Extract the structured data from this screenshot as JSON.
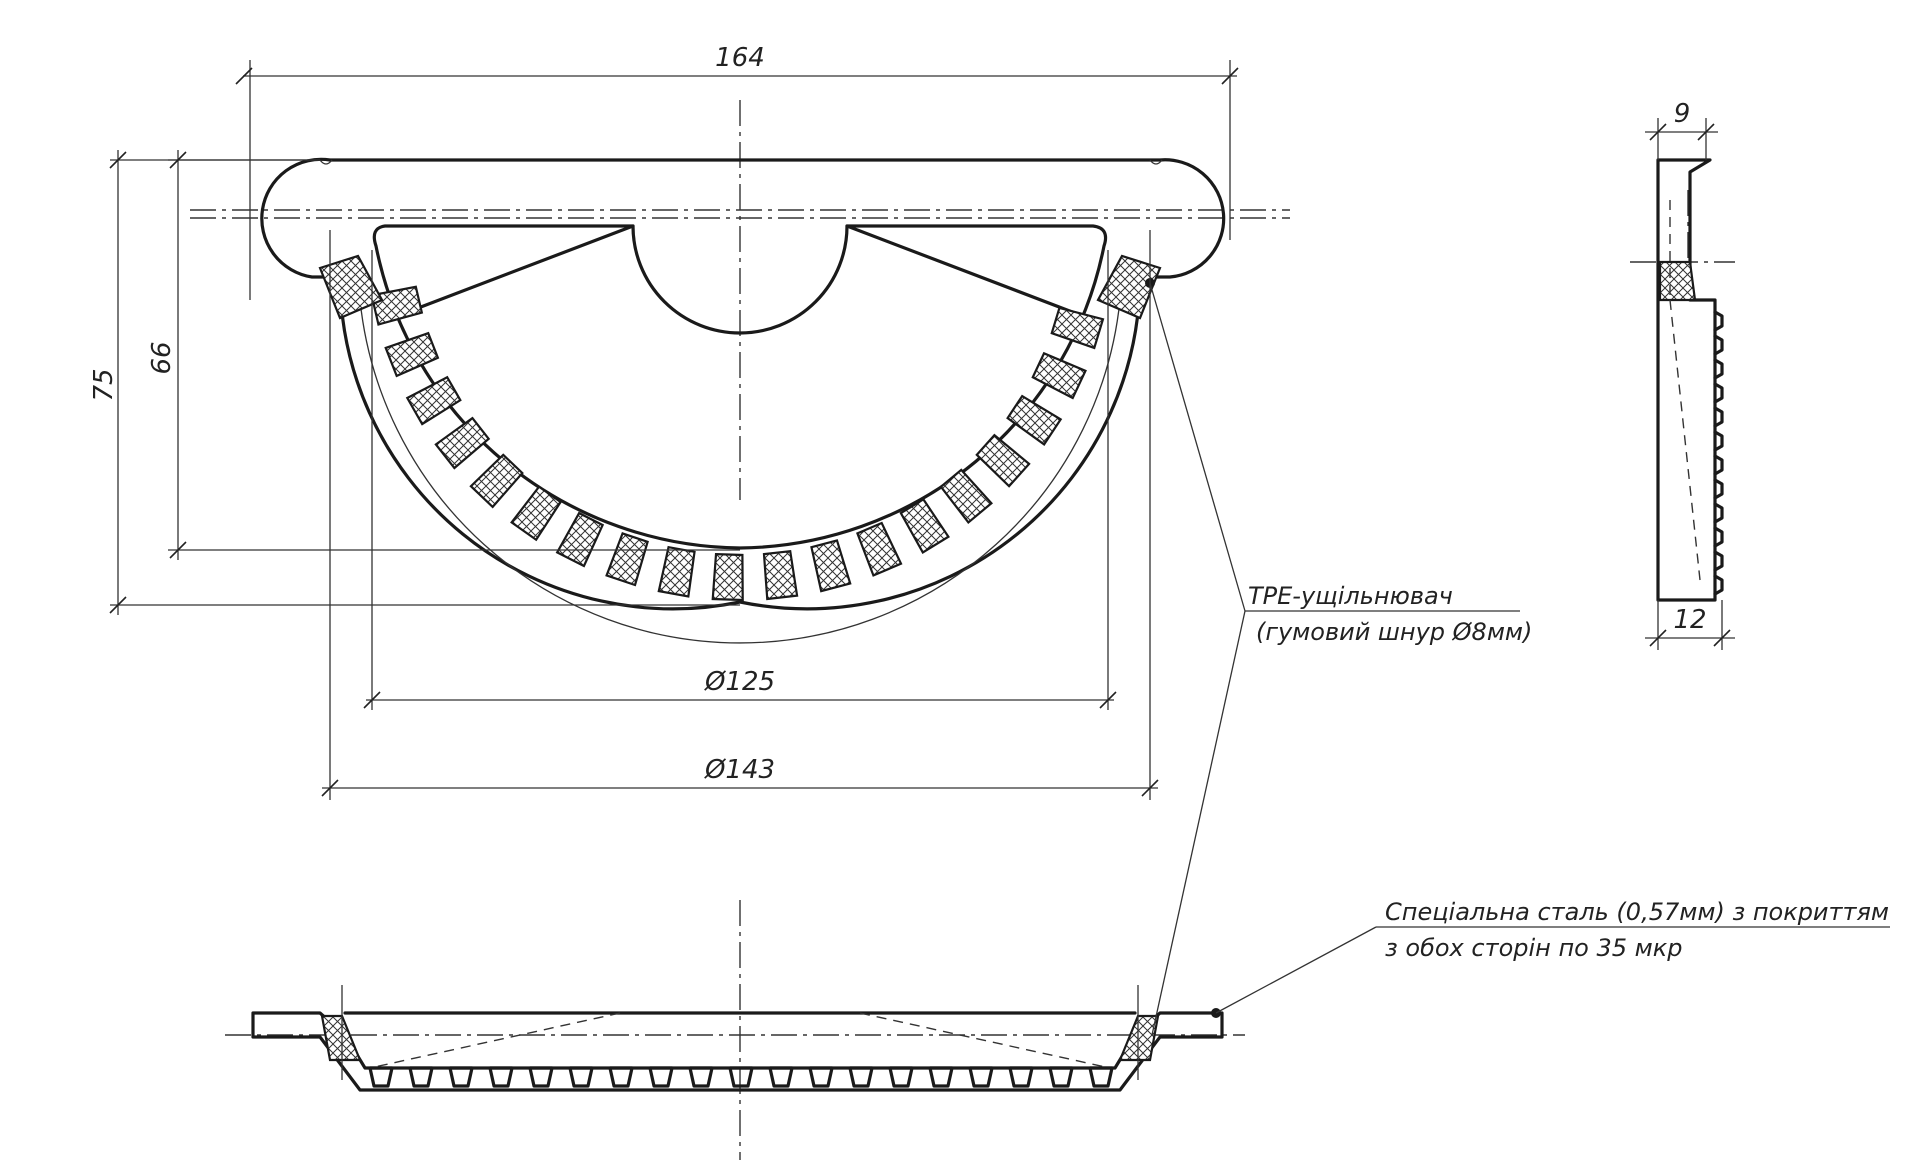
{
  "dimensions": {
    "width_164": "164",
    "height_75": "75",
    "height_66": "66",
    "dia_125": "Ø125",
    "dia_143": "Ø143",
    "side_top_9": "9",
    "side_bottom_12": "12"
  },
  "notes": {
    "tpe_line1": "TPE-ущільнювач",
    "tpe_line2": "(гумовий шнур Ø8мм)",
    "steel_line1": "Спеціальна сталь (0,57мм) з покриттям",
    "steel_line2": "з обох сторін по 35 мкр"
  }
}
